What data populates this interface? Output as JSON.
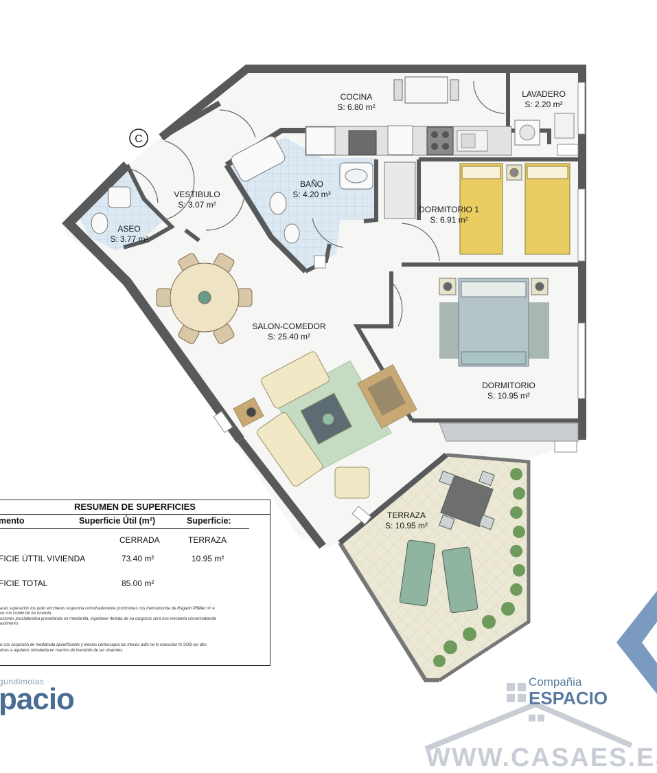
{
  "plan": {
    "marker": "C",
    "rooms": [
      {
        "name": "COCINA",
        "area": "S: 6.80 m²"
      },
      {
        "name": "LAVADERO",
        "area": "S: 2.20 m²"
      },
      {
        "name": "VESTIBULO",
        "area": "S: 3.07 m²"
      },
      {
        "name": "BAÑO",
        "area": "S: 4.20 m³"
      },
      {
        "name": "ASEO",
        "area": "S: 3.77 m²"
      },
      {
        "name": "DORMITORIO 1",
        "area": "S: 6.91 m²"
      },
      {
        "name": "SALON-COMEDOR",
        "area": "S: 25.40 m²"
      },
      {
        "name": "DORMITORIO",
        "area": "S: 10.95 m²"
      },
      {
        "name": "TERRAZA",
        "area": "S: 10.95 m²"
      }
    ]
  },
  "summary": {
    "title": "RESUMEN DE SUPERFICIES",
    "col_first": "mento",
    "col_util": "Superficie Útil (m²)",
    "col_sup": "Superficie:",
    "sub_cerrada": "CERRADA",
    "sub_terraza": "TERRAZA",
    "rows": [
      {
        "label": "FICIE ÚTTIL VIVIENDA",
        "cerrada": "73.40 m²",
        "terraza": "10.95 m²"
      },
      {
        "label": "FICIE TOTAL",
        "cerrada": "85.00 m²",
        "terraza": ""
      }
    ],
    "notes": [
      "aras superación los pollo enrcheres responcia colordvadonente proclciones cos Inemamonda de Ragado PBlillet m² e",
      "ce cos cobdo de tre inrenda.",
      "ostones proclabesilea pronellanda on mestlantla, ingrelaner tlereda de oa cargosos sora oos mestanta conamnatianda",
      "astimento.",
      "e cos cooprsión de medidrada apcerfisiente y eleslos certonsapra las irteces ardo ne lo niaección tri SOB ser des",
      "doos a repdants orbsdeida en mantos de ioarolollo de las vioarnles."
    ]
  },
  "branding": {
    "left_small": "gundimoias",
    "left_big": "pacio",
    "right_small": "Compañia",
    "right_big": "ESPACIO",
    "watermark": "WWW.CASAES.ES"
  },
  "colors": {
    "wall": "#58595b",
    "tile_blue": "#dce8f2",
    "bed_yellow": "#e9cd62",
    "rug_green": "#c5dcc2",
    "terrace": "#ece8d6",
    "brand_blue": "#5a7aa0"
  }
}
